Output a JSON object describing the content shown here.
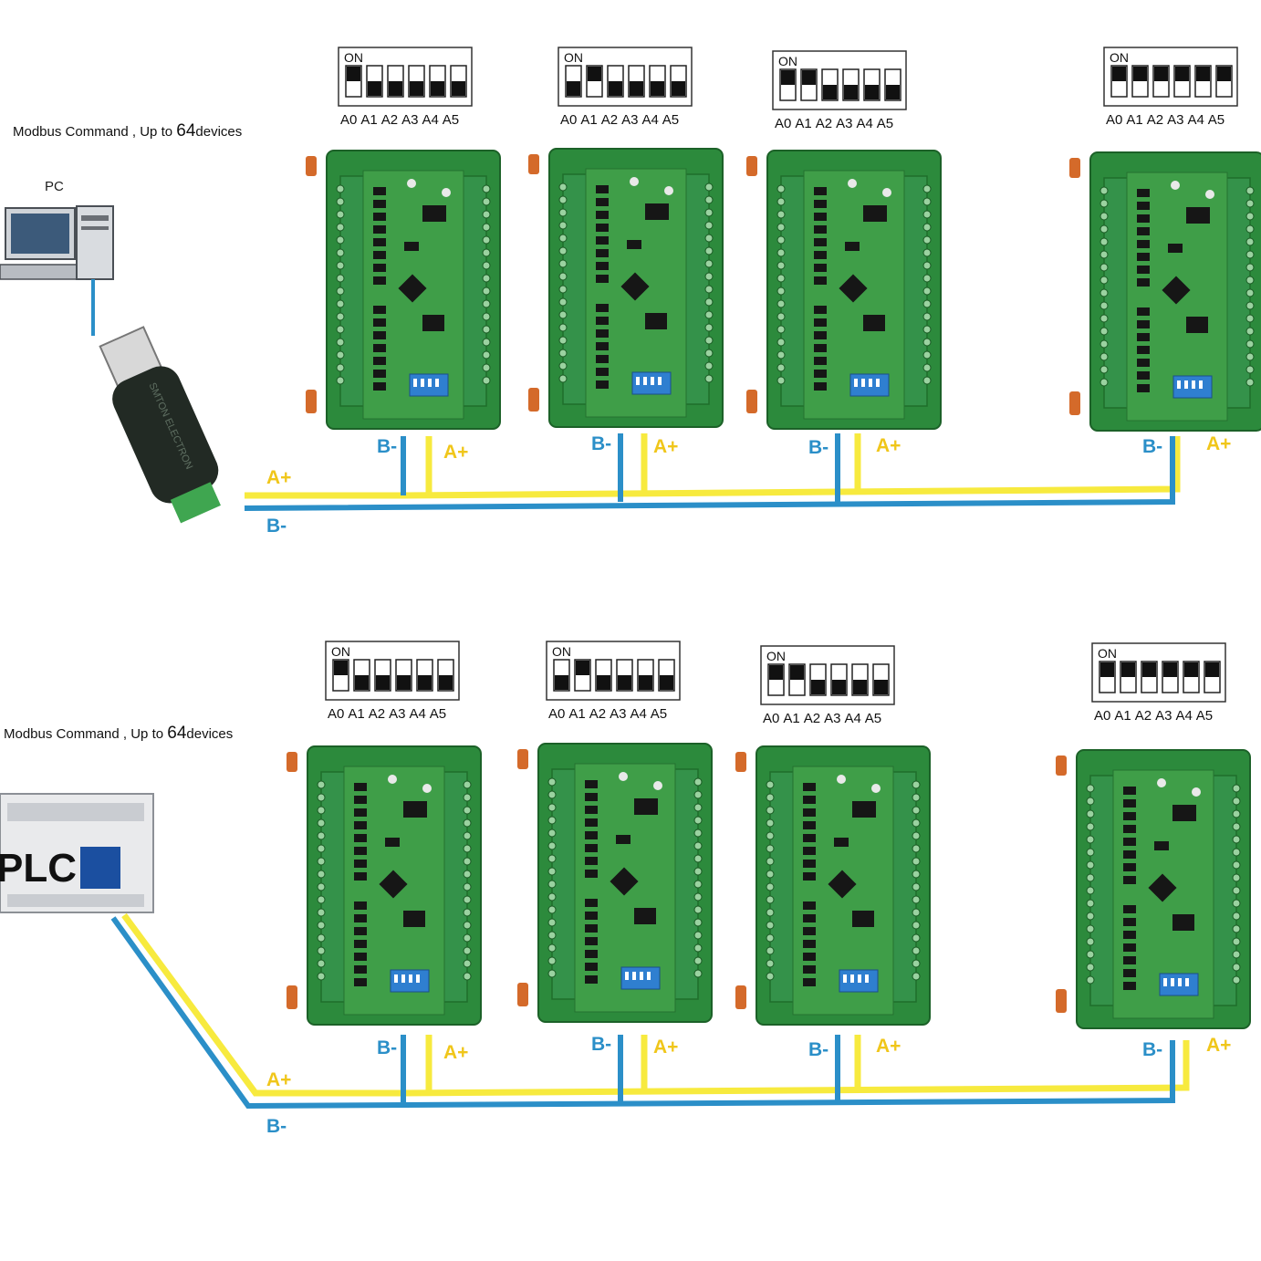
{
  "sections": [
    {
      "id": "pc",
      "caption_text": "Modbus Command , Up to ",
      "caption_number": "64",
      "caption_suffix": "devices",
      "master_label": "PC",
      "dongle_text": "SMTON ELECTRON",
      "dip_states": [
        [
          1,
          0,
          0,
          0,
          0,
          0
        ],
        [
          0,
          1,
          0,
          0,
          0,
          0
        ],
        [
          1,
          1,
          0,
          0,
          0,
          0
        ],
        [
          1,
          1,
          1,
          1,
          1,
          1
        ]
      ]
    },
    {
      "id": "plc",
      "caption_text": "Modbus Command , Up to ",
      "caption_number": "64",
      "caption_suffix": "devices",
      "master_label": "PLC",
      "dip_states": [
        [
          1,
          0,
          0,
          0,
          0,
          0
        ],
        [
          0,
          1,
          0,
          0,
          0,
          0
        ],
        [
          1,
          1,
          0,
          0,
          0,
          0
        ],
        [
          1,
          1,
          1,
          1,
          1,
          1
        ]
      ]
    }
  ],
  "dip_switch": {
    "on_label": "ON",
    "pins": [
      "A0",
      "A1",
      "A2",
      "A3",
      "A4",
      "A5"
    ]
  },
  "bus": {
    "a_label": "A+",
    "b_label": "B-",
    "a_color": "#f7ea3e",
    "b_color": "#2b8fc8"
  },
  "colors": {
    "board_green": "#3f9e48",
    "terminal_green": "#2c8a3c",
    "pcb_dark": "#1f6b2a",
    "dip_blue": "#2f7fd0"
  }
}
